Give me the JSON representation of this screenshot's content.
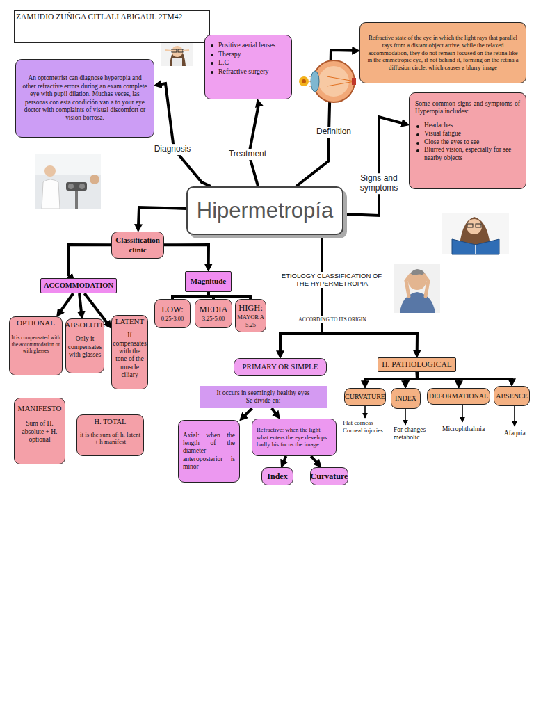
{
  "diagram": {
    "nodes": [
      {
        "text": [
          "ZAMUDIO ZUÑIGA CITLALI ABIGAUL 2TM42"
        ]
      },
      {
        "text": [
          "An optometrist can diagnose hyperopia and other refractive errors during an exam complete eye with pupil dilation. Muchas veces, las personas con esta condición van a to your eye doctor with complaints of visual discomfort or vision borrosa."
        ]
      },
      {
        "text": [
          "Positive aerial lenses",
          "Therapy",
          "L.C",
          "Refractive surgery"
        ]
      },
      {
        "text": [
          "Refractive state of the eye in which the light rays that parallel rays from a distant object arrive, while the relaxed accommodation, they do not remain focused on the retina like in the emmetropic eye, if not behind it, forming on the retina a diffusion circle, which causes a blurry image"
        ]
      },
      {
        "text": [
          "Some common signs and symptoms of Hyperopia includes:",
          "Headaches",
          "Visual fatigue",
          "Close the eyes to see",
          "Blurred vision, especially for see nearby objects"
        ]
      },
      {
        "text": [
          "Hipermetropía"
        ]
      },
      {
        "text": [
          "Classification clinic"
        ]
      },
      {
        "text": [
          "ACCOMMODATION"
        ]
      },
      {
        "text": [
          "OPTIONAL",
          "It is compensated with the accommodation or with glasses"
        ]
      },
      {
        "text": [
          "ABSOLUTE",
          "Only it compensates with glasses"
        ]
      },
      {
        "text": [
          "LATENT",
          "If compensates with the tone of the muscle ciliary"
        ]
      },
      {
        "text": [
          "MANIFESTO",
          "Sum of H. absolute + H. optional"
        ]
      },
      {
        "text": [
          "H. TOTAL",
          "it is the sum of: h. latent + h manifest"
        ]
      },
      {
        "text": [
          "Magnitude"
        ]
      },
      {
        "text": [
          "LOW:",
          "0.25-3.00"
        ]
      },
      {
        "text": [
          "MEDIA",
          "3.25-5.00"
        ]
      },
      {
        "text": [
          "HIGH:",
          "MAYOR A 5.25"
        ]
      },
      {
        "text": [
          "PRIMARY OR SIMPLE"
        ]
      },
      {
        "text": [
          "H. PATHOLOGICAL"
        ]
      },
      {
        "text": [
          "It occurs in seemingly healthy eyes",
          "Se divide en:"
        ]
      },
      {
        "text": [
          "Axial: when the length of the diameter anteroposterior is minor"
        ]
      },
      {
        "text": [
          "Refractive: when the light what enters the eye develops badly his focus the image"
        ]
      },
      {
        "text": [
          "Index"
        ]
      },
      {
        "text": [
          "Curvature"
        ]
      },
      {
        "text": [
          "CURVATURE"
        ]
      },
      {
        "text": [
          "INDEX"
        ]
      },
      {
        "text": [
          "DEFORMATIONAL"
        ]
      },
      {
        "text": [
          "ABSENCE"
        ]
      }
    ],
    "edges": [
      {
        "from": 5,
        "to": 1,
        "arrow": "to",
        "label": "Diagnosis"
      },
      {
        "from": 5,
        "to": 2,
        "arrow": "to",
        "label": "Treatment"
      },
      {
        "from": 5,
        "to": 3,
        "arrow": "to",
        "label": "Definition"
      },
      {
        "from": 5,
        "to": 4,
        "arrow": "to",
        "label": "Signs and symptoms"
      },
      {
        "from": 5,
        "to": 6,
        "arrow": "to"
      },
      {
        "from": 6,
        "to": 7,
        "arrow": "to"
      },
      {
        "from": 6,
        "to": 13,
        "arrow": "to"
      },
      {
        "from": 7,
        "to": 8,
        "arrow": "to"
      },
      {
        "from": 7,
        "to": 9,
        "arrow": "to"
      },
      {
        "from": 7,
        "to": 10,
        "arrow": "to"
      },
      {
        "from": 13,
        "to": 14,
        "arrow": "none"
      },
      {
        "from": 13,
        "to": 15,
        "arrow": "none"
      },
      {
        "from": 13,
        "to": 16,
        "arrow": "none"
      },
      {
        "from": 5,
        "to": 17,
        "arrow": "to"
      },
      {
        "from": 5,
        "to": 18,
        "arrow": "to"
      },
      {
        "from": 19,
        "to": 20,
        "arrow": "to"
      },
      {
        "from": 19,
        "to": 21,
        "arrow": "to"
      },
      {
        "from": 21,
        "to": 22,
        "arrow": "to"
      },
      {
        "from": 21,
        "to": 23,
        "arrow": "to"
      },
      {
        "from": 18,
        "to": 24,
        "arrow": "to"
      },
      {
        "from": 18,
        "to": 25,
        "arrow": "to"
      },
      {
        "from": 18,
        "to": 26,
        "arrow": "to"
      },
      {
        "from": 18,
        "to": 27,
        "arrow": "to"
      }
    ],
    "labels": [
      "ETIOLOGY CLASSIFICATION OF THE HYPERMETROPIA",
      "ACCORDING TO ITS ORIGIN",
      "Flat corneas",
      "Corneal injuries",
      "For changes metabolic",
      "Microphthalmia",
      "Afaquia"
    ]
  }
}
